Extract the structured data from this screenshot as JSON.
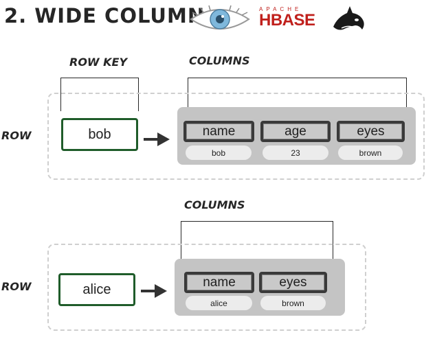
{
  "title": "2. WIDE COLUMN",
  "logos": {
    "cassandra": {
      "icon": "cassandra-eye-icon",
      "color": "#7fb8dc"
    },
    "hbase": {
      "top_text": "APACHE",
      "main_text": "HBASE",
      "icon": "orca-whale-icon",
      "color": "#c0201c"
    }
  },
  "top_diagram": {
    "row_key_label": "ROW KEY",
    "columns_label": "COLUMNS",
    "row_label": "ROW",
    "key": "bob",
    "columns": [
      {
        "name": "name",
        "value": "bob"
      },
      {
        "name": "age",
        "value": "23"
      },
      {
        "name": "eyes",
        "value": "brown"
      }
    ]
  },
  "bottom_diagram": {
    "columns_label": "COLUMNS",
    "row_label": "ROW",
    "key": "alice",
    "columns": [
      {
        "name": "name",
        "value": "alice"
      },
      {
        "name": "eyes",
        "value": "brown"
      }
    ]
  }
}
